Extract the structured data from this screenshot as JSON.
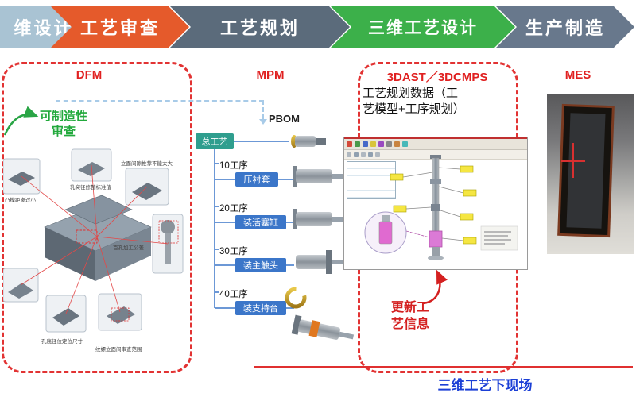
{
  "banner": {
    "steps": [
      {
        "label": "维设计",
        "color": "#a9c3d3"
      },
      {
        "label": "工艺审查",
        "color": "#e55a2b"
      },
      {
        "label": "工艺规划",
        "color": "#5b6b7b"
      },
      {
        "label": "三维工艺设计",
        "color": "#3cb04a"
      },
      {
        "label": "生产制造",
        "color": "#68788c"
      }
    ]
  },
  "sections": {
    "dfm": {
      "title": "DFM",
      "review_note": "可制造性\n审查",
      "callouts": [
        "凸模距离过小",
        "乳突径修整标准值",
        "立面间隙推荐不能太大",
        "百孔加工公差",
        "孔底径位定位尺寸",
        "纹螺立面间审查范围"
      ]
    },
    "mpm": {
      "title": "MPM",
      "pbom_label": "PBOM",
      "root_label": "总工艺",
      "steps": [
        {
          "op": "10工序",
          "box": "压衬套"
        },
        {
          "op": "20工序",
          "box": "装活塞缸"
        },
        {
          "op": "30工序",
          "box": "装主触头"
        },
        {
          "op": "40工序",
          "box": "装支持台"
        }
      ]
    },
    "threed": {
      "title": "3DAST／3DCMPS",
      "data_note": "工艺规划数据（工\n艺模型+工序规划）",
      "update_note": "更新工\n艺信息"
    },
    "mes": {
      "title": "MES"
    }
  },
  "footer": {
    "caption": "三维工艺下现场"
  },
  "colors": {
    "accent_red": "#e02020",
    "green": "#22a93c",
    "flow_blue": "#3b76c9",
    "teal": "#2f9e8e",
    "caption_blue": "#1b3fd6"
  }
}
